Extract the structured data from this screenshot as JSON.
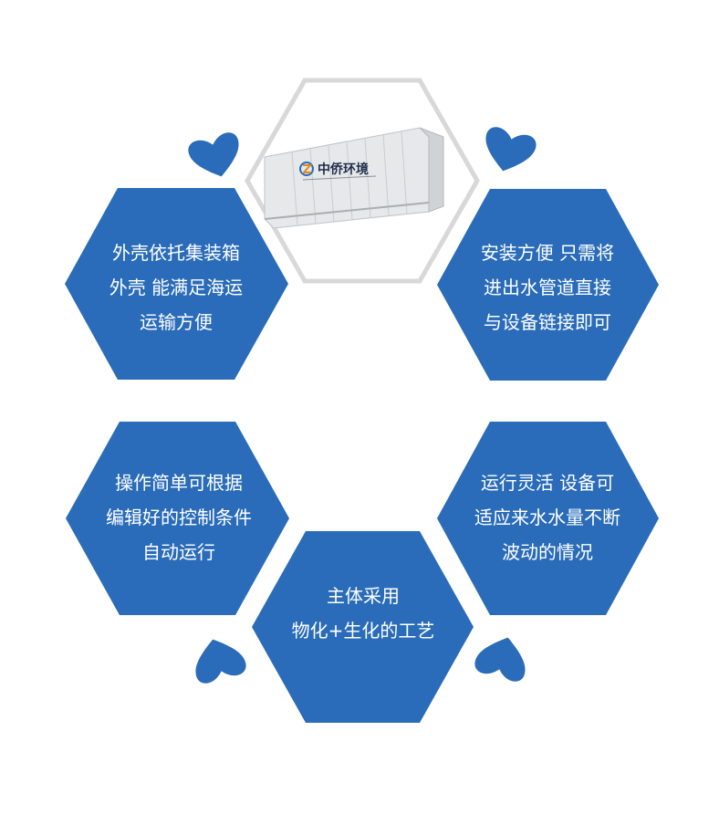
{
  "colors": {
    "hex_fill": "#2a6cb9",
    "center_outline": "#d8d8d8",
    "text": "#ffffff"
  },
  "center": {
    "image": "shipping-container-equipment",
    "logo_text": "中侨环境",
    "logo_icon": "zhongqiao-logo-icon"
  },
  "hexagons": {
    "top_left": {
      "lines": [
        "外壳依托集装箱",
        "外壳 能满足海运",
        "运输方便"
      ]
    },
    "top_right": {
      "lines": [
        "安装方便 只需将",
        "进出水管道直接",
        "与设备链接即可"
      ]
    },
    "middle_left": {
      "lines": [
        "操作简单可根据",
        "编辑好的控制条件",
        "自动运行"
      ]
    },
    "middle_right": {
      "lines": [
        "运行灵活 设备可",
        "适应来水水量不断",
        "波动的情况"
      ]
    },
    "bottom": {
      "lines": [
        "主体采用",
        "物化+生化的工艺"
      ]
    }
  },
  "icons": [
    "heart-icon",
    "heart-icon",
    "heart-icon",
    "heart-icon"
  ]
}
